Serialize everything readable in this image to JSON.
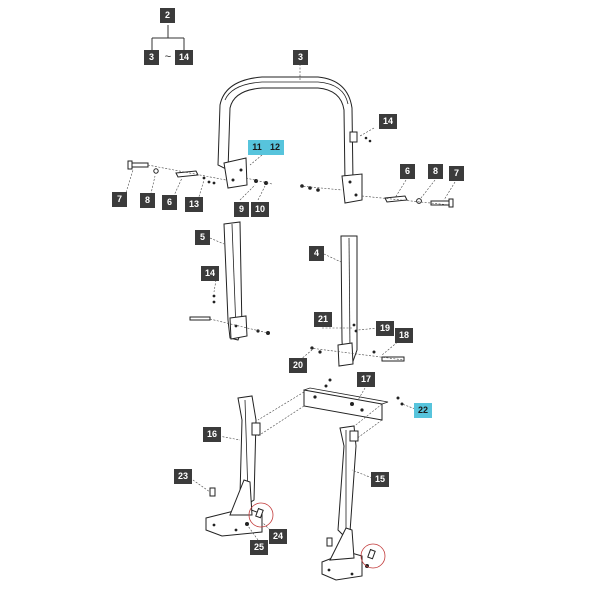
{
  "diagram": {
    "callouts": {
      "c2": "2",
      "c3_tree": "3",
      "c14_tree": "14",
      "tilde": "~",
      "c3": "3",
      "c14_top": "14",
      "c11": "11",
      "c12": "12",
      "c7_left": "7",
      "c8_left": "8",
      "c6_left": "6",
      "c13": "13",
      "c9": "9",
      "c10": "10",
      "c6_right": "6",
      "c8_right": "8",
      "c7_right": "7",
      "c5": "5",
      "c4": "4",
      "c14_mid": "14",
      "c21": "21",
      "c19": "19",
      "c18": "18",
      "c20": "20",
      "c17": "17",
      "c22": "22",
      "c16": "16",
      "c23": "23",
      "c15": "15",
      "c24": "24",
      "c25": "25"
    },
    "colors": {
      "callout_fill": "#3b3b3b",
      "callout_highlight": "#57c4dc",
      "line": "#222222",
      "marker_ring": "#c23b3b"
    }
  }
}
